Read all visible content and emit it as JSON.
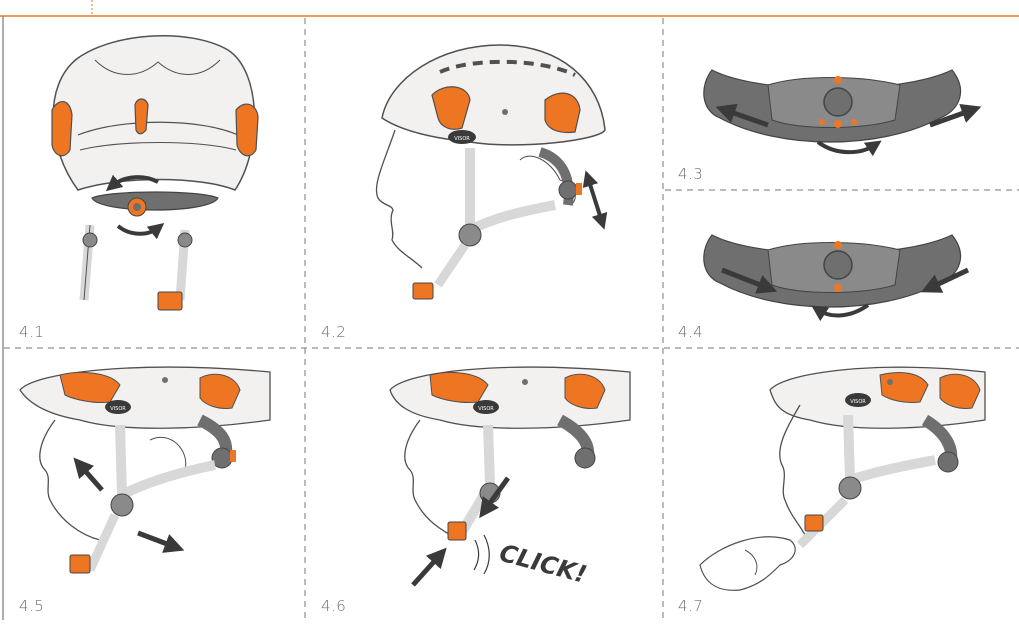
{
  "panels": [
    {
      "id": "p41",
      "label": "4.1"
    },
    {
      "id": "p42",
      "label": "4.2"
    },
    {
      "id": "p43",
      "label": "4.3"
    },
    {
      "id": "p44",
      "label": "4.4"
    },
    {
      "id": "p45",
      "label": "4.5"
    },
    {
      "id": "p46",
      "label": "4.6"
    },
    {
      "id": "p47",
      "label": "4.7"
    }
  ],
  "helmet_marking": "VISOR",
  "click_text": "CLICK!",
  "colors": {
    "accent_orange": "#ee7623",
    "helmet_white": "#f2f1f0",
    "strap_grey": "#d8d8d8",
    "harness_dark": "#6f6f6f",
    "arrow_dark": "#3a3a3a",
    "line_grey": "#505050",
    "divider_grey": "#777777"
  }
}
